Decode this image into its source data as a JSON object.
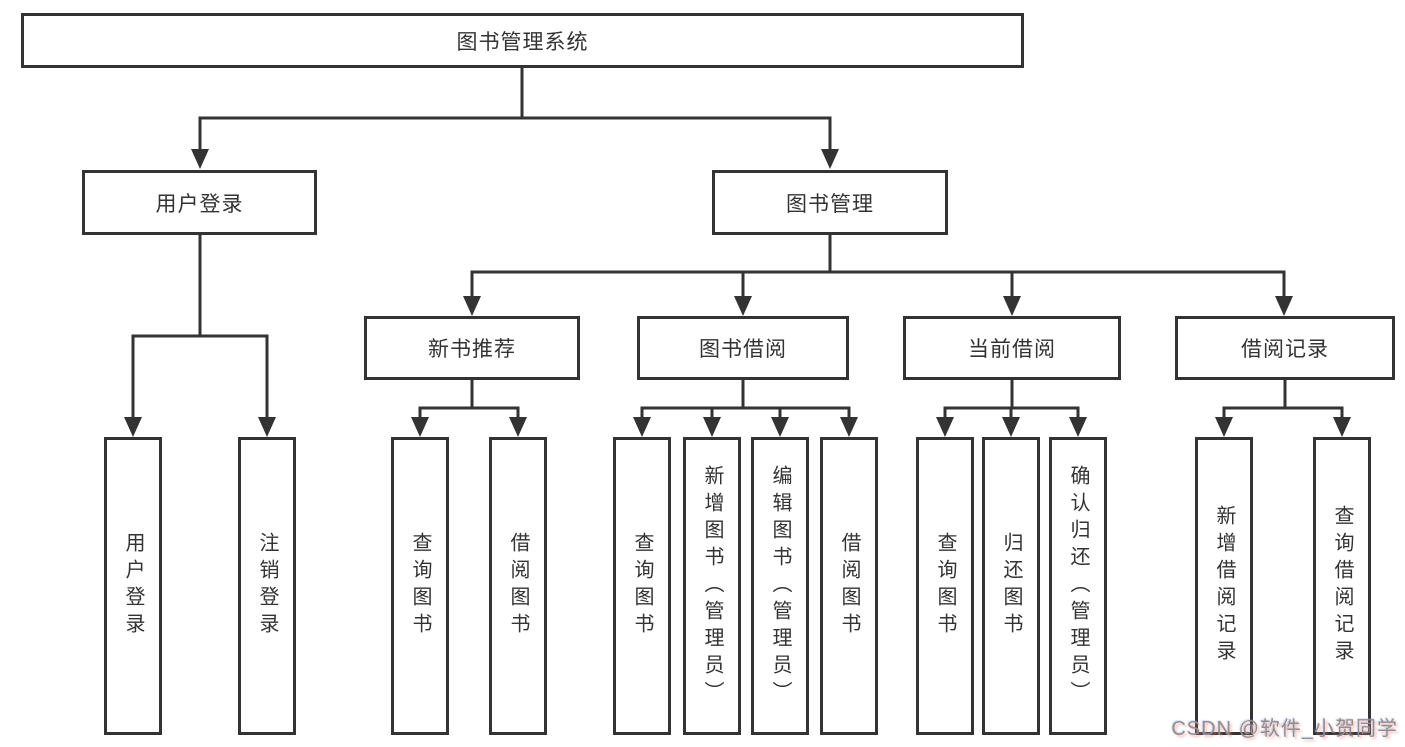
{
  "nodes": {
    "root": "图书管理系统",
    "level2": [
      "用户登录",
      "图书管理"
    ],
    "level3": [
      "新书推荐",
      "图书借阅",
      "当前借阅",
      "借阅记录"
    ],
    "leaves": [
      "用户登录",
      "注销登录",
      "查询图书",
      "借阅图书",
      "查询图书",
      "新增图书（管理员）",
      "编辑图书（管理员）",
      "借阅图书",
      "查询图书",
      "归还图书",
      "确认归还（管理员）",
      "新增借阅记录",
      "查询借阅记录"
    ]
  },
  "watermark": "CSDN @软件_小贺同学",
  "colors": {
    "line": "#333333",
    "text": "#333333",
    "box_background": "#ffffff",
    "watermark": "#8f8f8f"
  }
}
